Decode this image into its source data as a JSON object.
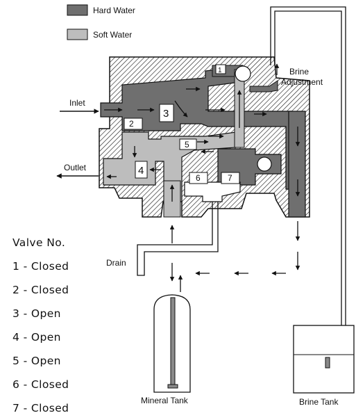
{
  "legend": [
    {
      "label": "Hard Water",
      "color": "#6f6f6f"
    },
    {
      "label": "Soft Water",
      "color": "#bdbdbd"
    }
  ],
  "labels": {
    "inlet": "Inlet",
    "outlet": "Outlet",
    "drain": "Drain",
    "brine_adjustment_1": "Brine",
    "brine_adjustment_2": "Adjustment",
    "mineral_tank": "Mineral Tank",
    "brine_tank": "Brine Tank"
  },
  "valve_numbers": [
    "1",
    "2",
    "3",
    "4",
    "5",
    "6",
    "7"
  ],
  "valve_list": {
    "title": "Valve  No.",
    "items": [
      "1 - Closed",
      "2 - Closed",
      "3 - Open",
      "4 - Open",
      "5 - Open",
      "6 - Closed",
      "7 - Closed"
    ]
  },
  "colors": {
    "hard_water": "#6f6f6f",
    "soft_water": "#bdbdbd",
    "outline": "#111111"
  }
}
